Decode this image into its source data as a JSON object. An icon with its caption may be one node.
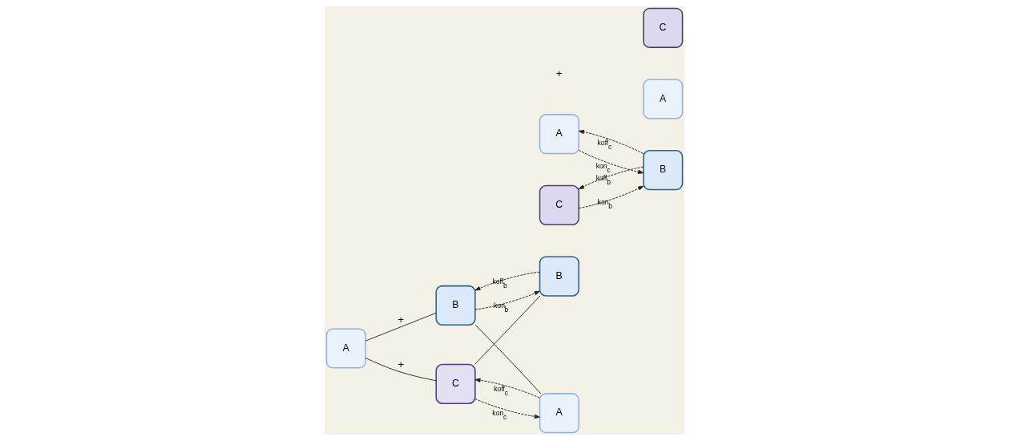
{
  "diagram": {
    "nodes": [
      {
        "text": [
          "A"
        ]
      },
      {
        "text": [
          "B"
        ]
      },
      {
        "text": [
          "C"
        ]
      },
      {
        "text": [
          "B"
        ]
      },
      {
        "text": [
          "A"
        ]
      },
      {
        "text": [
          "A"
        ]
      },
      {
        "text": [
          "C"
        ]
      },
      {
        "text": [
          "B"
        ]
      },
      {
        "text": [
          "A"
        ]
      },
      {
        "text": [
          "C"
        ]
      }
    ],
    "edges": [
      {
        "from": 0,
        "to": 1,
        "arrow": "none",
        "label": "+"
      },
      {
        "from": 0,
        "to": 2,
        "arrow": "none",
        "label": "+"
      },
      {
        "from": 1,
        "to": 5,
        "arrow": "none"
      },
      {
        "from": 2,
        "to": 3,
        "arrow": "none"
      },
      {
        "from": 1,
        "to": 3,
        "arrow": "to",
        "style": "dashed",
        "label": "kon$_{b}$"
      },
      {
        "from": 3,
        "to": 1,
        "arrow": "to",
        "style": "dashed",
        "label": "koff$_{b}$"
      },
      {
        "from": 2,
        "to": 5,
        "arrow": "to",
        "style": "dashed",
        "label": "kon$_{c}$"
      },
      {
        "from": 5,
        "to": 2,
        "arrow": "to",
        "style": "dashed",
        "label": "koff$_{c}$"
      },
      {
        "from": 4,
        "to": 7,
        "arrow": "to",
        "style": "dashed",
        "label": "kon$_{c}$"
      },
      {
        "from": 7,
        "to": 4,
        "arrow": "to",
        "style": "dashed",
        "label": "koff$_{c}$"
      },
      {
        "from": 6,
        "to": 7,
        "arrow": "to",
        "style": "dashed",
        "label": "kon$_{b}$"
      },
      {
        "from": 7,
        "to": 6,
        "arrow": "to",
        "style": "dashed",
        "label": "koff$_{b}$"
      }
    ],
    "labels": [
      "+"
    ]
  }
}
